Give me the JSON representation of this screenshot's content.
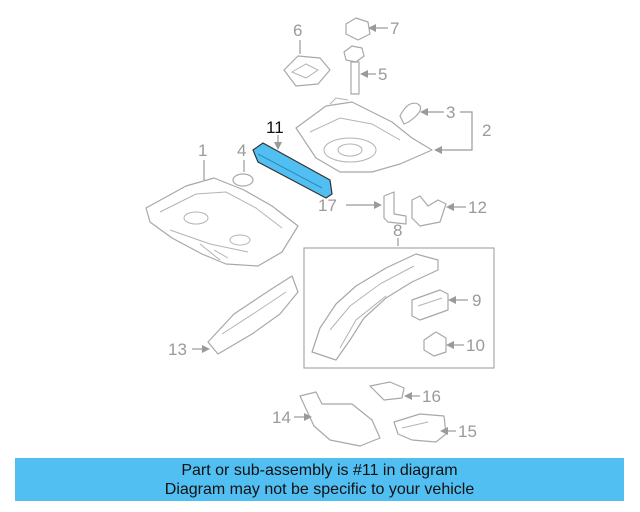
{
  "callouts": {
    "n1": "1",
    "n2": "2",
    "n3": "3",
    "n4": "4",
    "n5": "5",
    "n6": "6",
    "n7": "7",
    "n8": "8",
    "n9": "9",
    "n10": "10",
    "n11": "11",
    "n12": "12",
    "n13": "13",
    "n14": "14",
    "n15": "15",
    "n16": "16",
    "n17": "17"
  },
  "highlighted_part": "11",
  "colors": {
    "highlight_fill": "#52bff2",
    "banner": "#52bff2",
    "line": "#a8a8a8"
  },
  "banner": {
    "line1": "Part or sub-assembly is #11 in diagram",
    "line2": "Diagram may not be specific to your vehicle"
  }
}
